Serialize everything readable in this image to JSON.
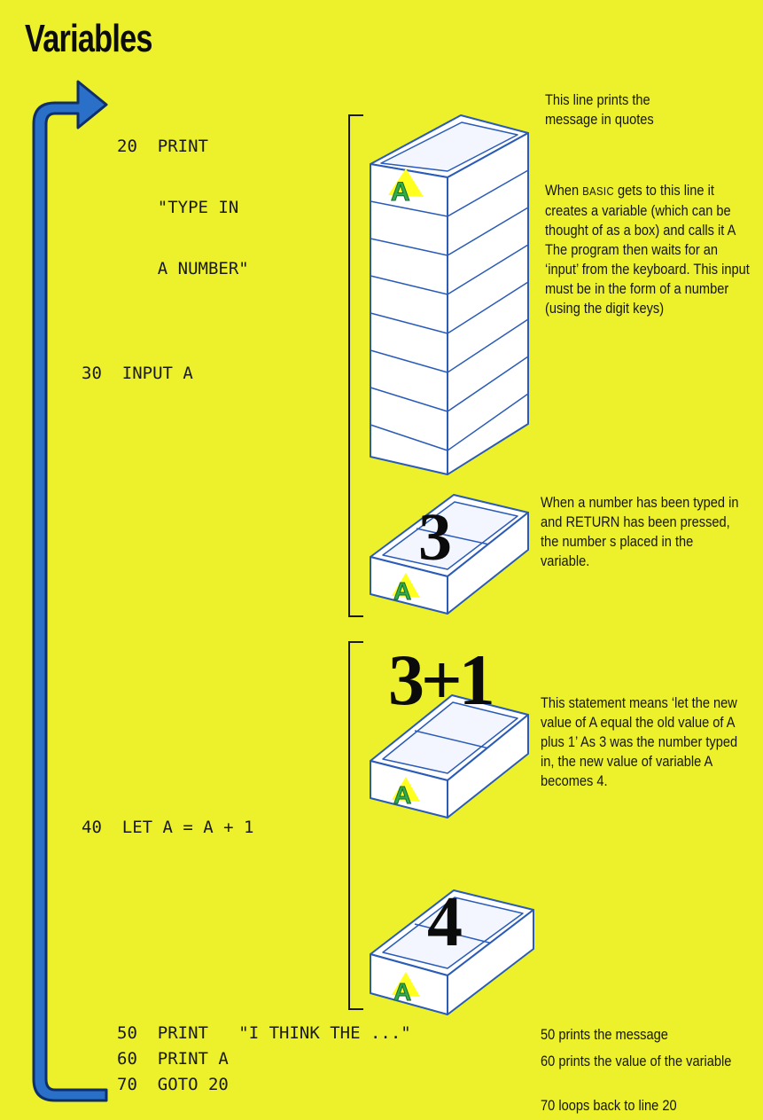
{
  "title": "Variables",
  "variable_name": "A",
  "program": {
    "line20": [
      "20  PRINT",
      "    \"TYPE IN",
      "    A NUMBER\""
    ],
    "line30": "30  INPUT A",
    "line40": "40  LET A = A + 1",
    "line50": "50  PRINT   \"I THINK THE ...\"",
    "line60": "60  PRINT A",
    "line70": "70  GOTO 20"
  },
  "notes": {
    "n1": "This line prints the message in quotes",
    "n2_prefix": "When ",
    "n2_basic": "BASIC",
    "n2_rest": " gets to this line it creates a variable (which can be thought of as a box) and calls it A The program then waits for an ‘input’ from the keyboard. This input must be in the form of a number (using the digit keys)",
    "n3": "When a number has been typed in and RETURN has been pressed, the number s placed in the variable.",
    "n4": "This statement means ‘let the new value of A equal the old value of A plus 1’ As 3 was the number typed in, the new value of variable A becomes 4.",
    "n5": "50 prints the message",
    "n6": "60 prints the value of the variable",
    "n7": "70 loops back to line 20"
  },
  "values": {
    "input_value": "3",
    "expression": "3+1",
    "result_value": "4"
  },
  "colors": {
    "background": "#ecf12b",
    "arrow": "#2a6fc8",
    "box_line": "#2a5bb8",
    "label_fill": "#2fae4a",
    "label_halo": "#ffff20"
  }
}
